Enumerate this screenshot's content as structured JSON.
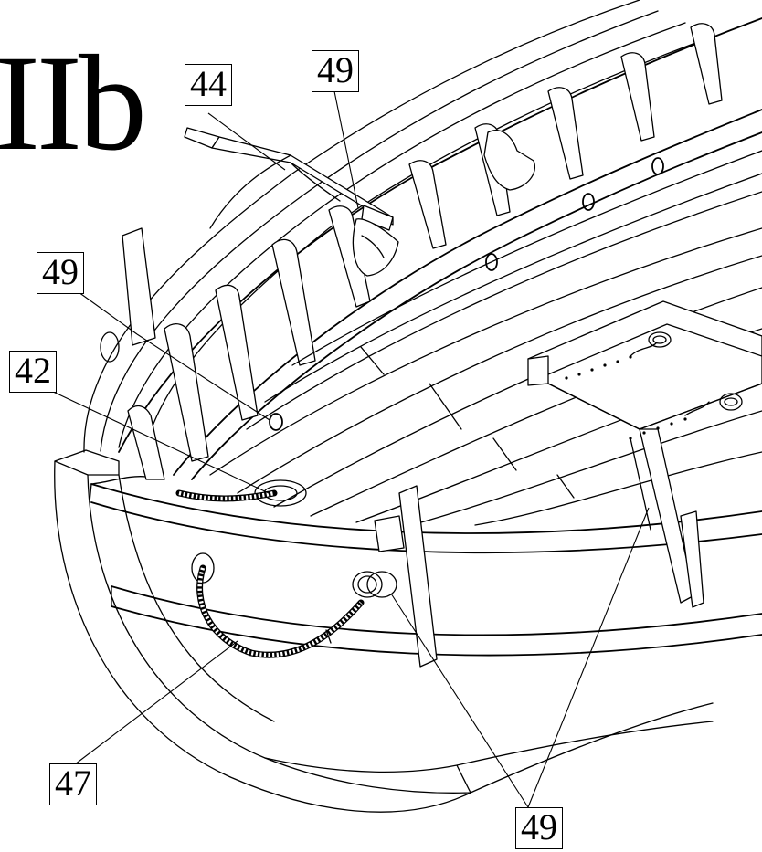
{
  "figure": {
    "title": "IIb",
    "callouts": [
      {
        "id": "c44",
        "label": "44"
      },
      {
        "id": "c49a",
        "label": "49"
      },
      {
        "id": "c49b",
        "label": "49"
      },
      {
        "id": "c42",
        "label": "42"
      },
      {
        "id": "c47",
        "label": "47"
      },
      {
        "id": "c49c",
        "label": "49"
      }
    ],
    "parts": [
      "hull",
      "gunwale",
      "planking",
      "frames",
      "oars-thwart",
      "rope-coils",
      "tholes",
      "rings",
      "oarlock-holes"
    ]
  }
}
